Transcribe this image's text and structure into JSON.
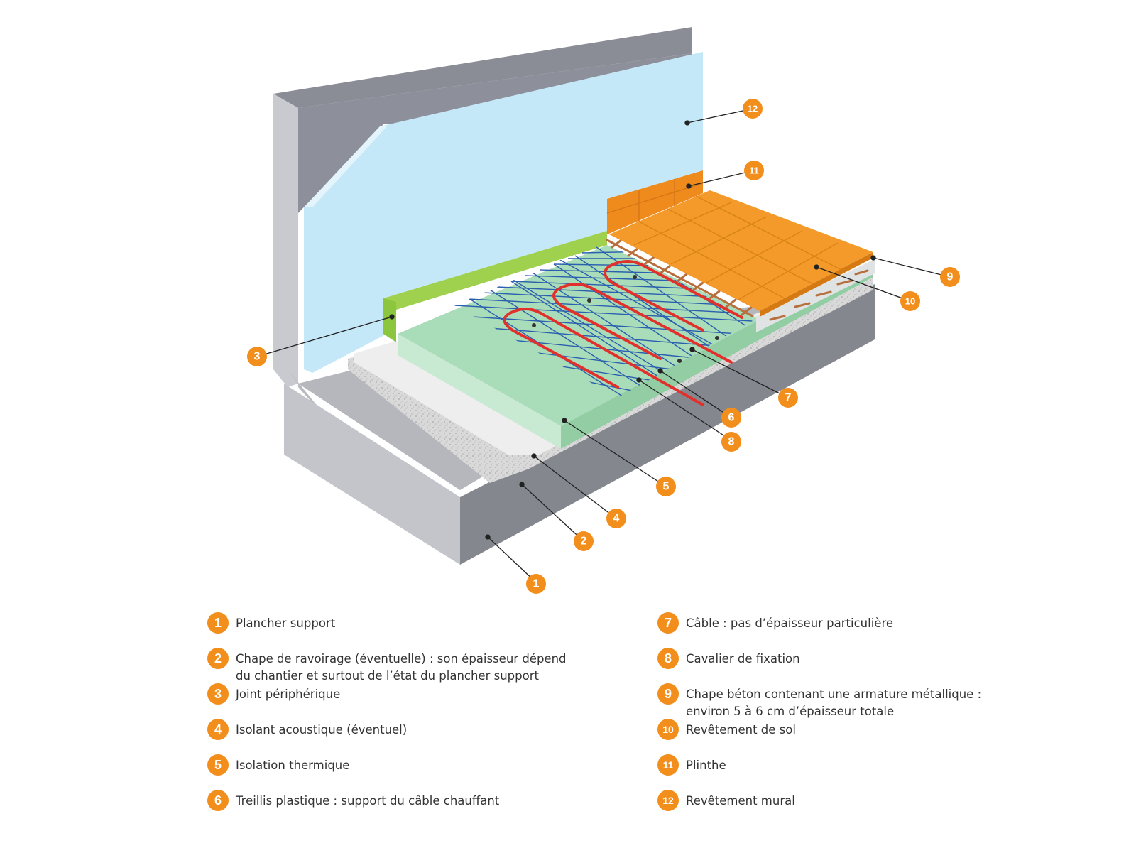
{
  "colors": {
    "accent": "#f28e1c",
    "wall_blue": "#c4e8f8",
    "slab_gray": "#8d8f9b",
    "insulation_green": "#a9dcb8",
    "joint_green": "#8cc63f",
    "tile_orange": "#f39a2b",
    "cable_red": "#e0312d",
    "mesh_blue": "#2b5fb0"
  },
  "callout_numbers": [
    "1",
    "2",
    "3",
    "4",
    "5",
    "6",
    "7",
    "8",
    "9",
    "10",
    "11",
    "12"
  ],
  "legend": {
    "left": [
      {
        "num": "1",
        "text": "Plancher support"
      },
      {
        "num": "2",
        "text": "Chape de ravoirage (éventuelle) : son épaisseur dépend\ndu chantier et surtout de l’état du plancher support"
      },
      {
        "num": "3",
        "text": "Joint périphérique"
      },
      {
        "num": "4",
        "text": "Isolant acoustique (éventuel)"
      },
      {
        "num": "5",
        "text": "Isolation thermique"
      },
      {
        "num": "6",
        "text": "Treillis plastique : support du câble chauffant"
      }
    ],
    "right": [
      {
        "num": "7",
        "text": "Câble : pas d’épaisseur particulière"
      },
      {
        "num": "8",
        "text": "Cavalier de fixation"
      },
      {
        "num": "9",
        "text": "Chape béton contenant une armature métallique :\nenviron 5 à 6 cm d’épaisseur totale"
      },
      {
        "num": "10",
        "text": "Revêtement de sol"
      },
      {
        "num": "11",
        "text": "Plinthe"
      },
      {
        "num": "12",
        "text": "Revêtement mural"
      }
    ]
  }
}
